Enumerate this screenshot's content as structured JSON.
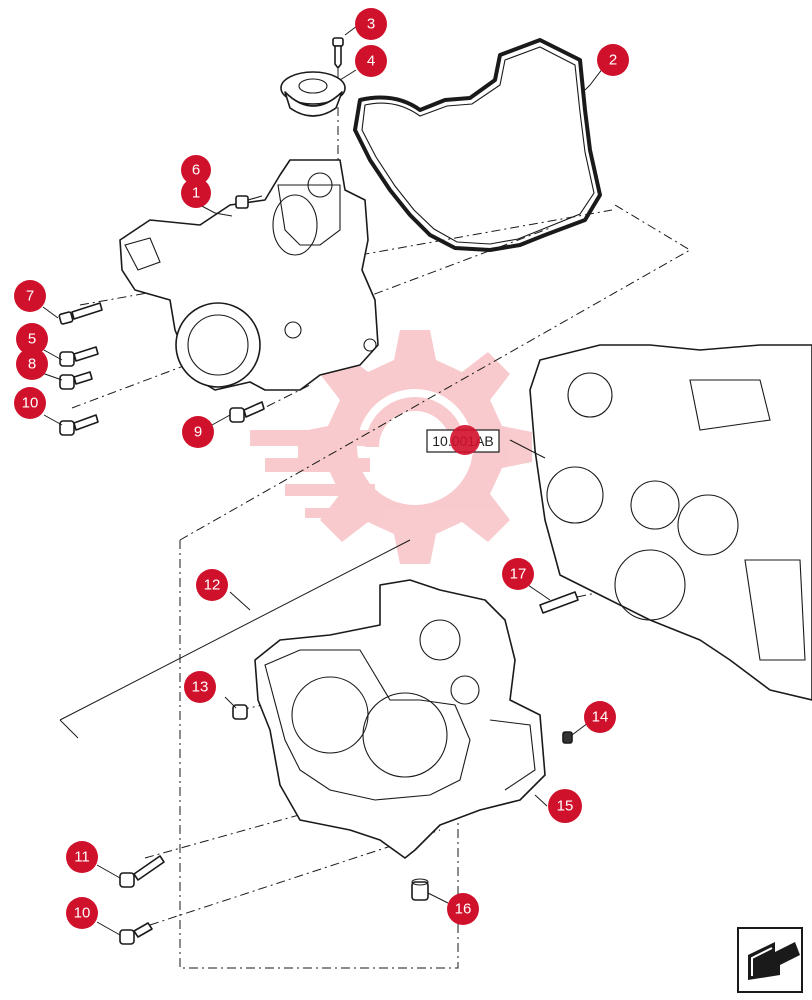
{
  "callouts": [
    {
      "label": "1"
    },
    {
      "label": "2"
    },
    {
      "label": "3"
    },
    {
      "label": "4"
    },
    {
      "label": "5"
    },
    {
      "label": "6"
    },
    {
      "label": "7"
    },
    {
      "label": "8"
    },
    {
      "label": "9"
    },
    {
      "label": "10"
    },
    {
      "label": "10"
    },
    {
      "label": "11"
    },
    {
      "label": "12"
    },
    {
      "label": "13"
    },
    {
      "label": "14"
    },
    {
      "label": "15"
    },
    {
      "label": "16"
    },
    {
      "label": "17"
    }
  ],
  "reference_box": {
    "label": "10.001AB"
  },
  "colors": {
    "callout": "#d0112b",
    "line": "#1a1a1a",
    "watermark": "#f3a0a5"
  },
  "icons": {
    "nav": "return-arrow-icon",
    "watermark": "gear-logo-watermark"
  }
}
